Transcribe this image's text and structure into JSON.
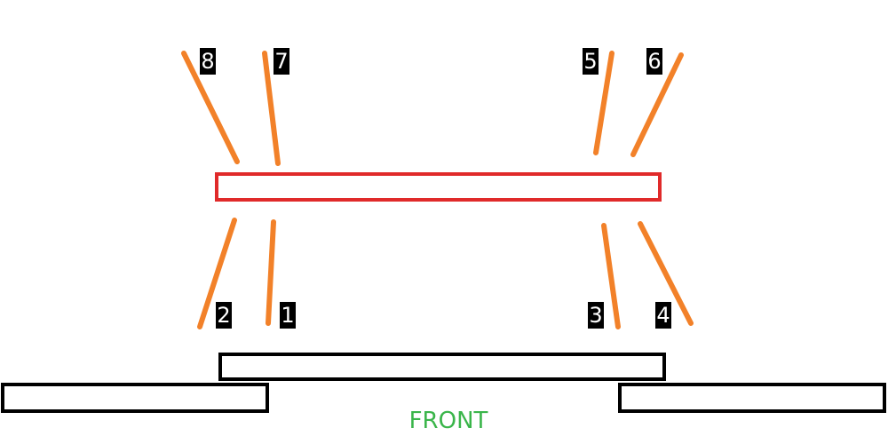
{
  "colors": {
    "bar": "#e02a2a",
    "line": "#f28129",
    "outline": "#000000",
    "label_bg": "#000000",
    "label_text": "#ffffff",
    "front_text": "#3ab54a"
  },
  "labels": {
    "l1": "1",
    "l2": "2",
    "l3": "3",
    "l4": "4",
    "l5": "5",
    "l6": "6",
    "l7": "7",
    "l8": "8"
  },
  "front": "FRONT"
}
